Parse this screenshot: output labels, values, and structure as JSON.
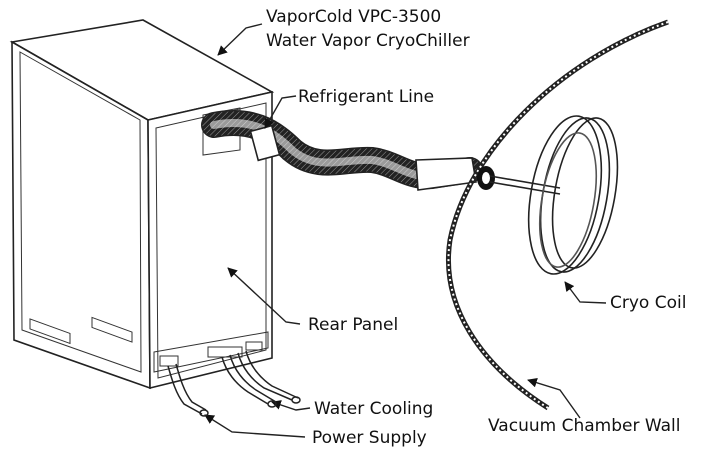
{
  "labels": {
    "title_line1": "VaporCold VPC-3500",
    "title_line2": "Water Vapor CryoChiller",
    "refrigerant_line": "Refrigerant Line",
    "rear_panel": "Rear Panel",
    "cryo_coil": "Cryo Coil",
    "water_cooling": "Water Cooling",
    "power_supply": "Power Supply",
    "vacuum_chamber_wall": "Vacuum Chamber Wall"
  }
}
